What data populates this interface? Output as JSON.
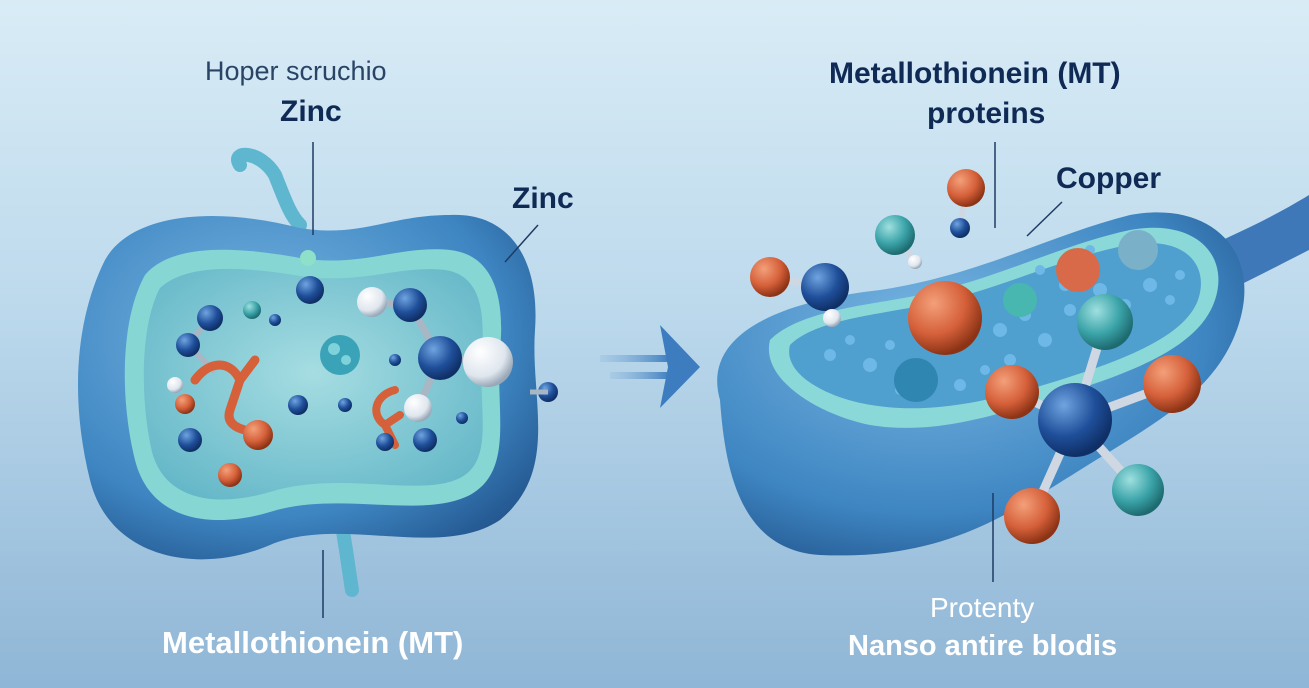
{
  "left_panel": {
    "top_caption": "Hoper scruchio",
    "top_label": "Zinc",
    "side_label": "Zinc",
    "bottom_label": "Metallothionein (MT)"
  },
  "right_panel": {
    "top_label_line1": "Metallothionein (MT)",
    "top_label_line2": "proteins",
    "side_label": "Copper",
    "bottom_caption": "Protenty",
    "bottom_label": "Nanso antire blodis"
  },
  "colors": {
    "membrane": "#3e86c2",
    "membrane_inner": "#7fcfd6",
    "molecule_blue": "#1f4f9a",
    "molecule_orange": "#d5603a",
    "molecule_teal": "#3aa3a8"
  },
  "icons": {
    "transition_arrow": "double-chevron-right-icon"
  }
}
